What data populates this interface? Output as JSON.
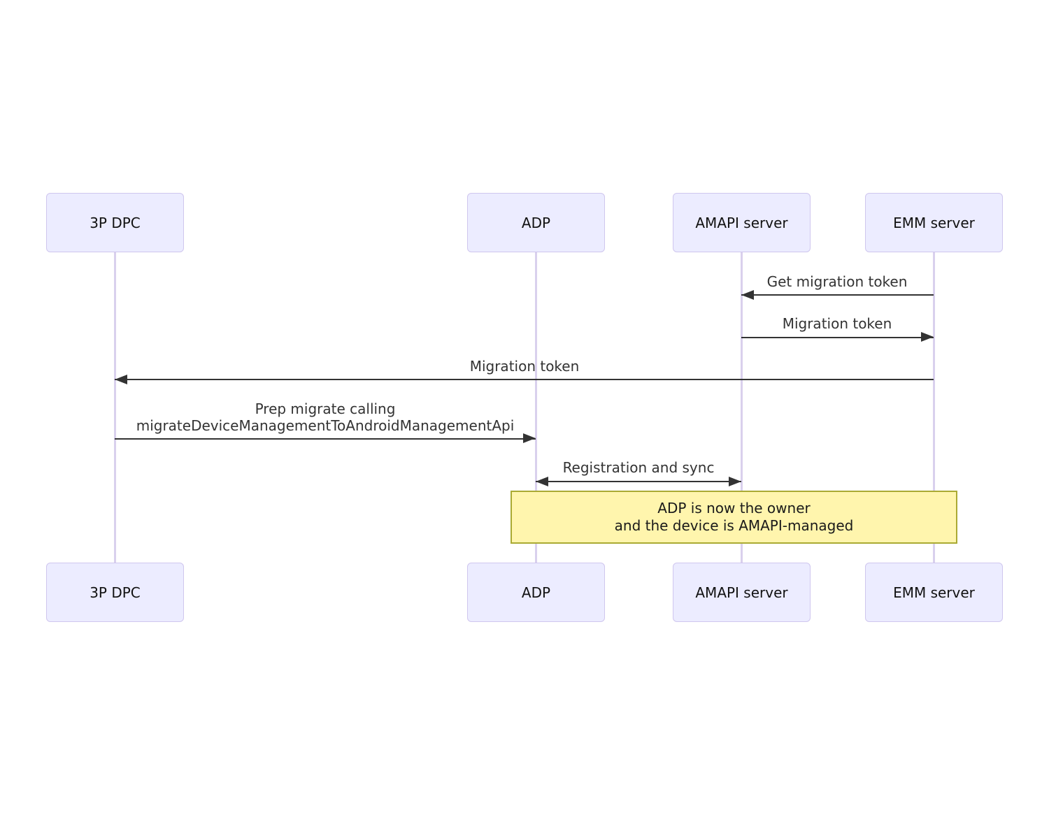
{
  "diagram": {
    "type": "sequence-diagram",
    "actors": [
      {
        "name": "3P DPC"
      },
      {
        "name": "ADP"
      },
      {
        "name": "AMAPI server"
      },
      {
        "name": "EMM server"
      }
    ],
    "messages": [
      {
        "label": "Get migration token",
        "from": "EMM server",
        "to": "AMAPI server",
        "arrow": "left"
      },
      {
        "label": "Migration token",
        "from": "AMAPI server",
        "to": "EMM server",
        "arrow": "right"
      },
      {
        "label": "Migration token",
        "from": "EMM server",
        "to": "3P DPC",
        "arrow": "left"
      },
      {
        "label_lines": [
          "Prep migrate calling",
          "migrateDeviceManagementToAndroidManagementApi"
        ],
        "from": "3P DPC",
        "to": "ADP",
        "arrow": "right"
      },
      {
        "label": "Registration and sync",
        "from": "ADP",
        "to": "AMAPI server",
        "arrow": "both"
      }
    ],
    "note": {
      "lines": [
        "ADP is now the owner",
        "and the device is AMAPI-managed"
      ],
      "over": "ADP, AMAPI server, EMM server"
    },
    "colors": {
      "actor_fill": "#ECECFF",
      "actor_border": "#CFC6EE",
      "lifeline": "#D9D0ED",
      "message_line": "#333333",
      "message_text": "#333333",
      "note_fill": "#FFF5AD",
      "note_border": "#AAAA33"
    }
  }
}
